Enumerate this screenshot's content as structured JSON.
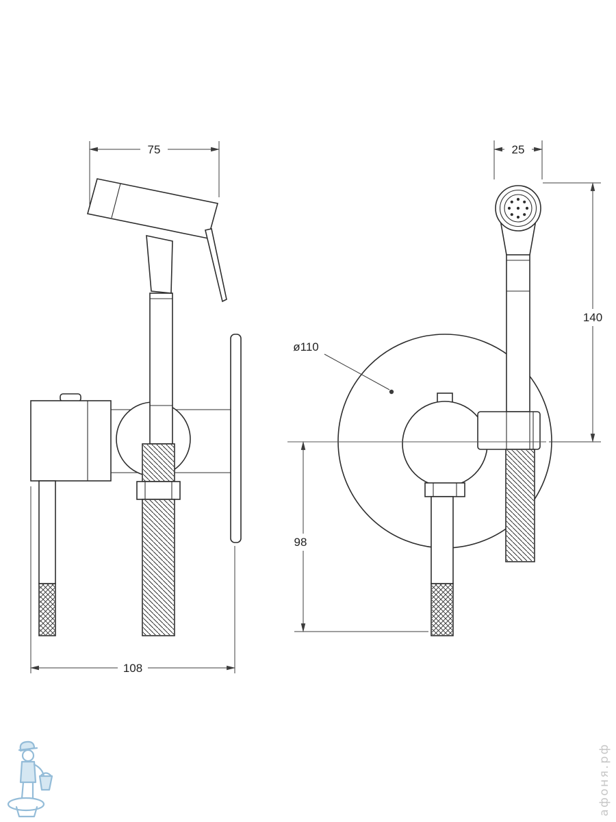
{
  "drawing": {
    "side_view": {
      "dim_top_width": "75",
      "dim_bottom_width": "108"
    },
    "front_view": {
      "dim_head_width": "25",
      "dim_upper_height": "140",
      "dim_plate_diameter": "ø110",
      "dim_lower_height": "98"
    }
  },
  "watermark": {
    "site": "афоня.рф"
  },
  "colors": {
    "outline": "#2d2d2d",
    "dimension": "#3c3c3c",
    "watermark_blue": "#8fb9d6",
    "watermark_gray": "#c7c7c7",
    "background": "#ffffff"
  }
}
